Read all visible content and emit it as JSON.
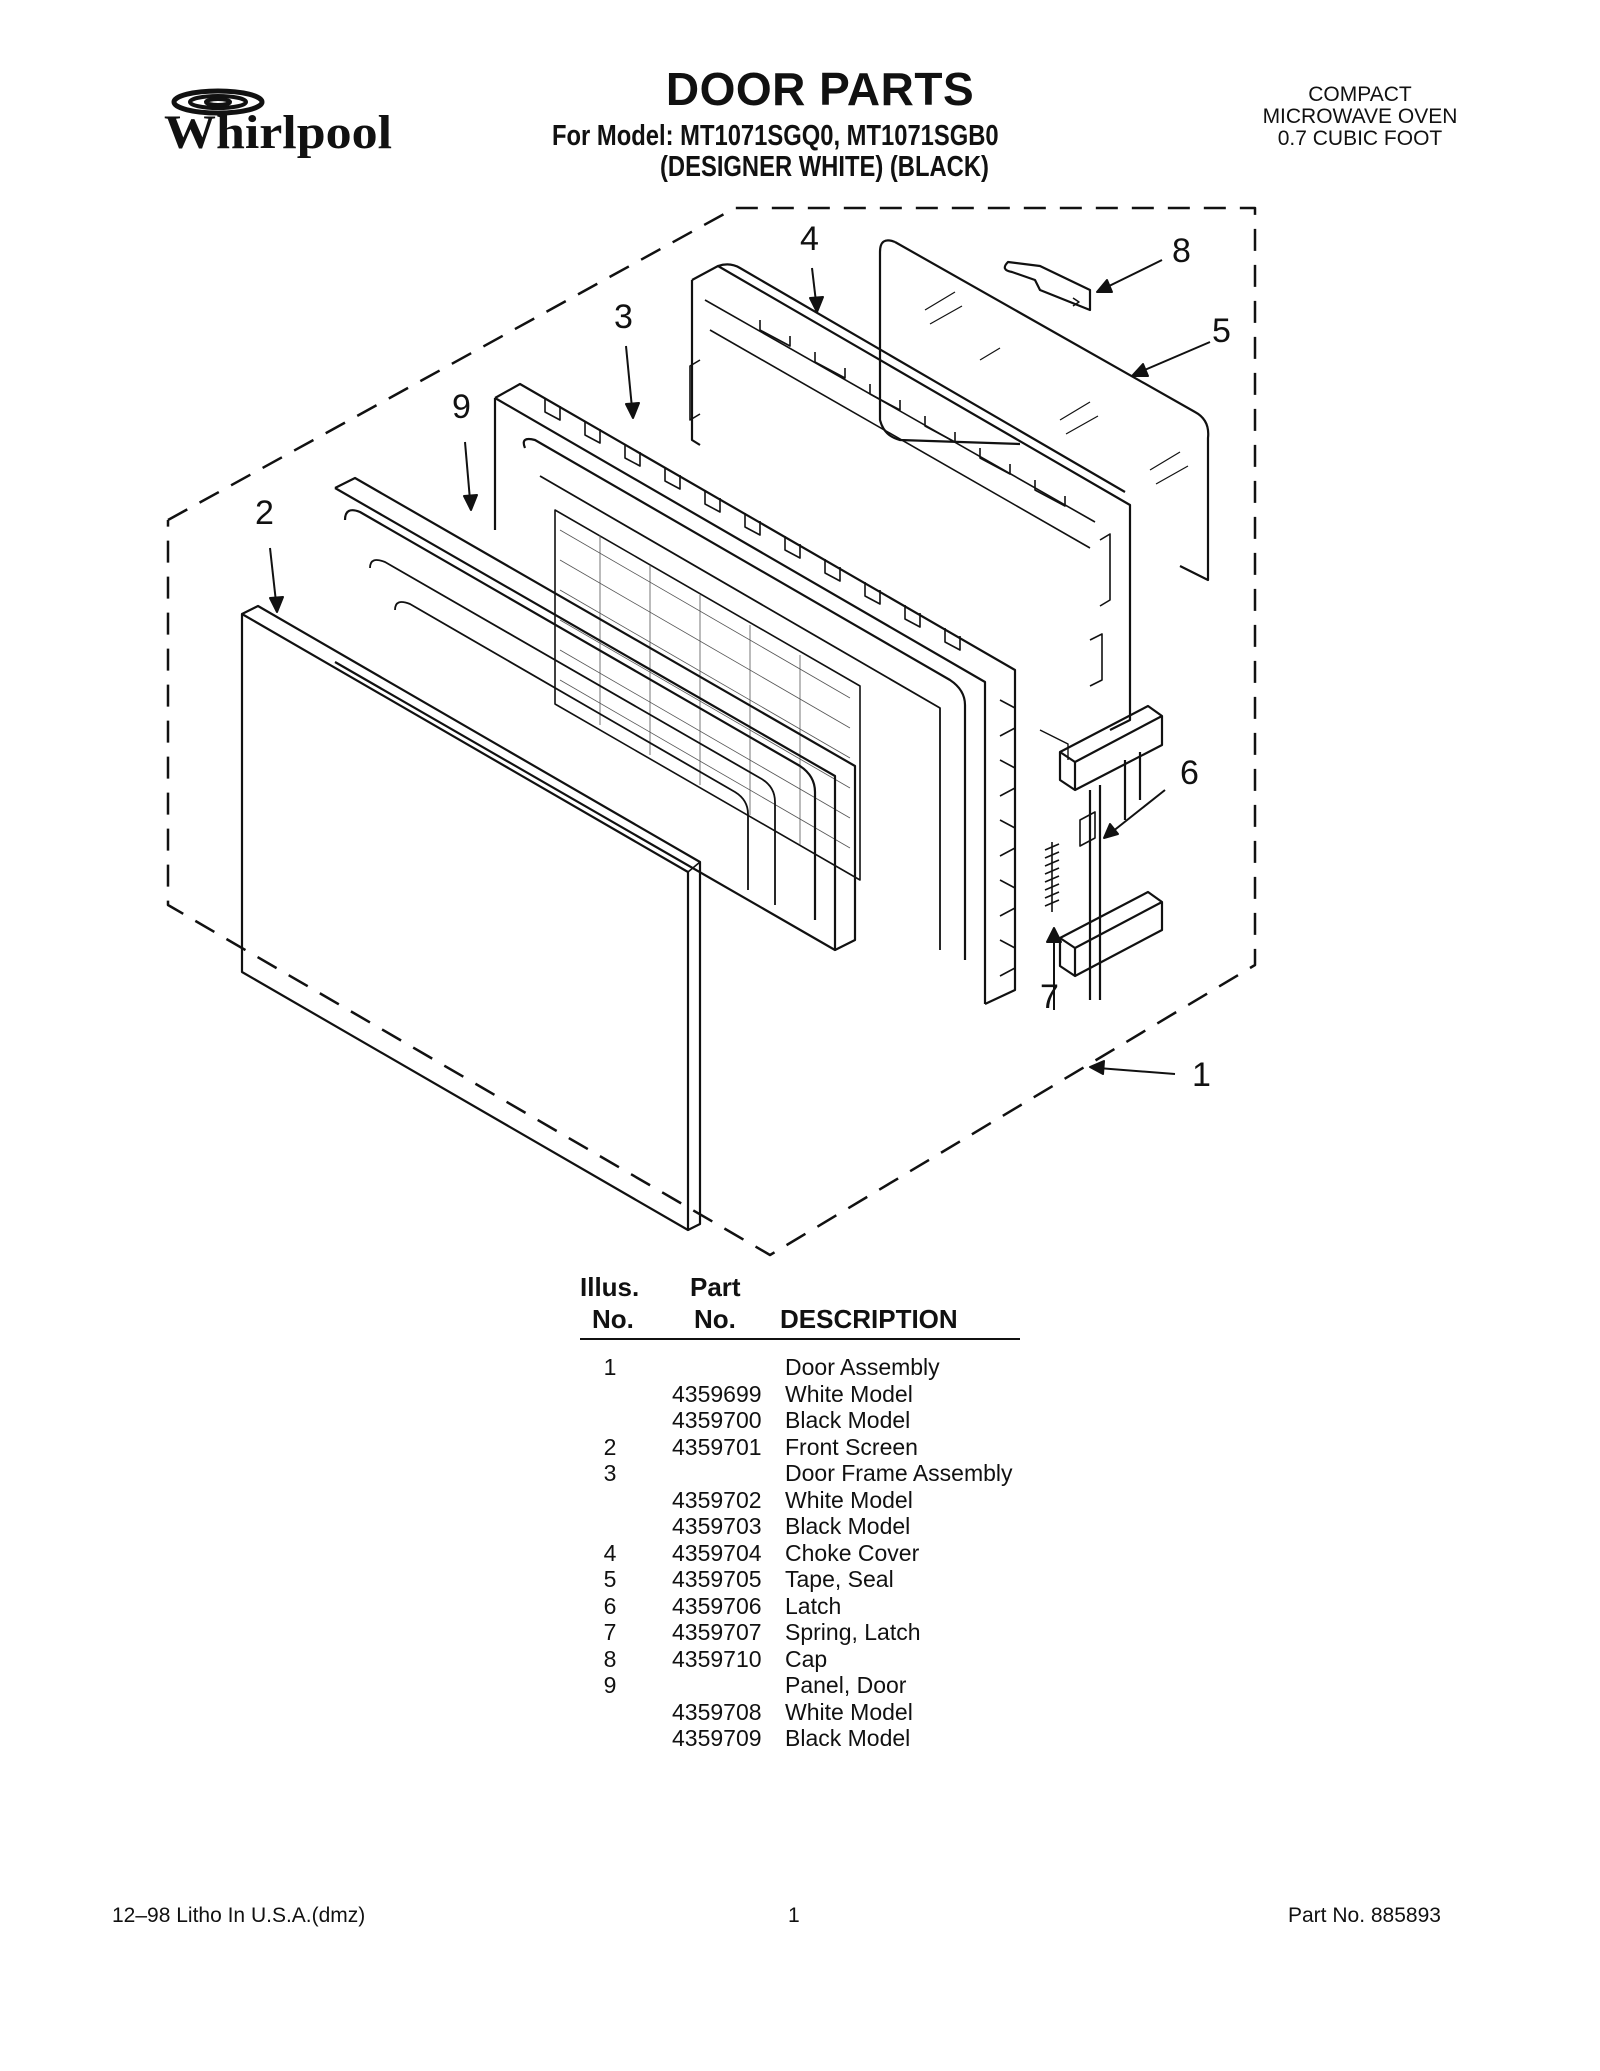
{
  "brand": "Whirlpool",
  "title": "DOOR PARTS",
  "model_line": "For Model: MT1071SGQ0, MT1071SGB0",
  "variant_line": "(DESIGNER WHITE) (BLACK)",
  "product_info": [
    "COMPACT",
    "MICROWAVE OVEN",
    "0.7 CUBIC FOOT"
  ],
  "callouts": [
    "1",
    "2",
    "3",
    "4",
    "5",
    "6",
    "7",
    "8",
    "9"
  ],
  "table": {
    "headers": {
      "illus_top": "Illus.",
      "illus_bottom": "No.",
      "part_top": "Part",
      "part_bottom": "No.",
      "description": "DESCRIPTION"
    },
    "rows": [
      {
        "illus": "1",
        "part": "",
        "desc": "Door Assembly"
      },
      {
        "illus": "",
        "part": "4359699",
        "desc": "White Model"
      },
      {
        "illus": "",
        "part": "4359700",
        "desc": "Black Model"
      },
      {
        "illus": "2",
        "part": "4359701",
        "desc": "Front Screen"
      },
      {
        "illus": "3",
        "part": "",
        "desc": "Door Frame Assembly"
      },
      {
        "illus": "",
        "part": "4359702",
        "desc": "White Model"
      },
      {
        "illus": "",
        "part": "4359703",
        "desc": "Black Model"
      },
      {
        "illus": "4",
        "part": "4359704",
        "desc": "Choke Cover"
      },
      {
        "illus": "5",
        "part": "4359705",
        "desc": "Tape, Seal"
      },
      {
        "illus": "6",
        "part": "4359706",
        "desc": "Latch"
      },
      {
        "illus": "7",
        "part": "4359707",
        "desc": "Spring, Latch"
      },
      {
        "illus": "8",
        "part": "4359710",
        "desc": "Cap"
      },
      {
        "illus": "9",
        "part": "",
        "desc": "Panel, Door"
      },
      {
        "illus": "",
        "part": "4359708",
        "desc": "White Model"
      },
      {
        "illus": "",
        "part": "4359709",
        "desc": "Black Model"
      }
    ]
  },
  "footer": {
    "left": "12–98 Litho In U.S.A.(dmz)",
    "page": "1",
    "right": "Part No. 885893"
  }
}
